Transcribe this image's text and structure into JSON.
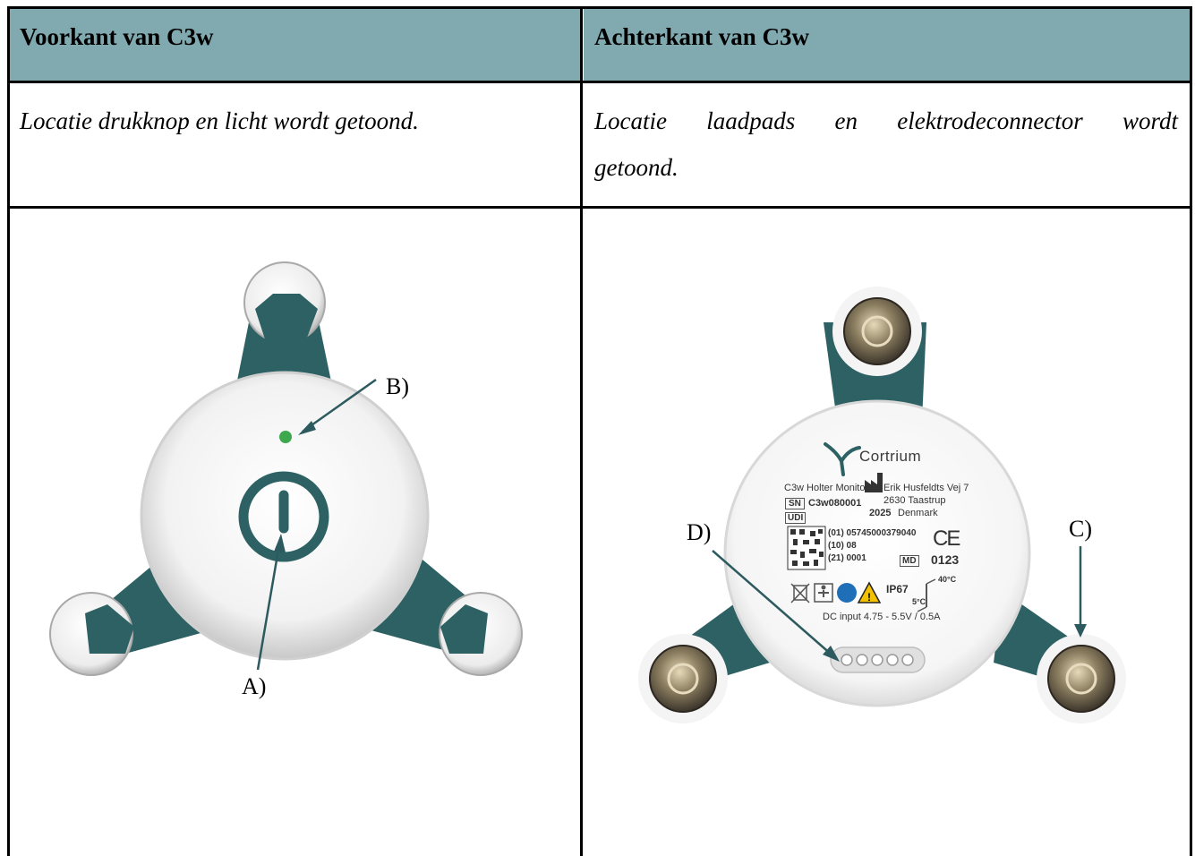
{
  "header": {
    "col1": "Voorkant van C3w",
    "col2": "Achterkant van C3w",
    "color": "#80aab0"
  },
  "description": {
    "col1": "Locatie drukknop en licht wordt getoond.",
    "col2_line1": "Locatie laadpads en elektrodeconnector wordt",
    "col2_line2": "getoond."
  },
  "front": {
    "callout_a": "A)",
    "callout_b": "B)"
  },
  "back": {
    "callout_c": "C)",
    "callout_d": "D)",
    "label": {
      "brand": "Cortrium",
      "product": "C3w Holter Monitor",
      "address1": "Erik Husfeldts Vej 7",
      "address2": "2630 Taastrup",
      "sn_tag": "SN",
      "serial": "C3w080001",
      "year": "2025",
      "country": "Denmark",
      "udi_tag": "UDI",
      "udi1": "(01) 05745000379040",
      "udi2": "(10) 08",
      "udi3": "(21) 0001",
      "ce": "CE",
      "md_tag": "MD",
      "notified_body": "0123",
      "ip": "IP67",
      "temp_high": "40°C",
      "temp_low": "5°C",
      "dc": "DC input 4.75 - 5.5V / 0.5A"
    }
  },
  "colors": {
    "arm": "#2d6163",
    "arrow": "#2d5a5e",
    "led": "#3ea84f",
    "button": "#2d6163"
  }
}
